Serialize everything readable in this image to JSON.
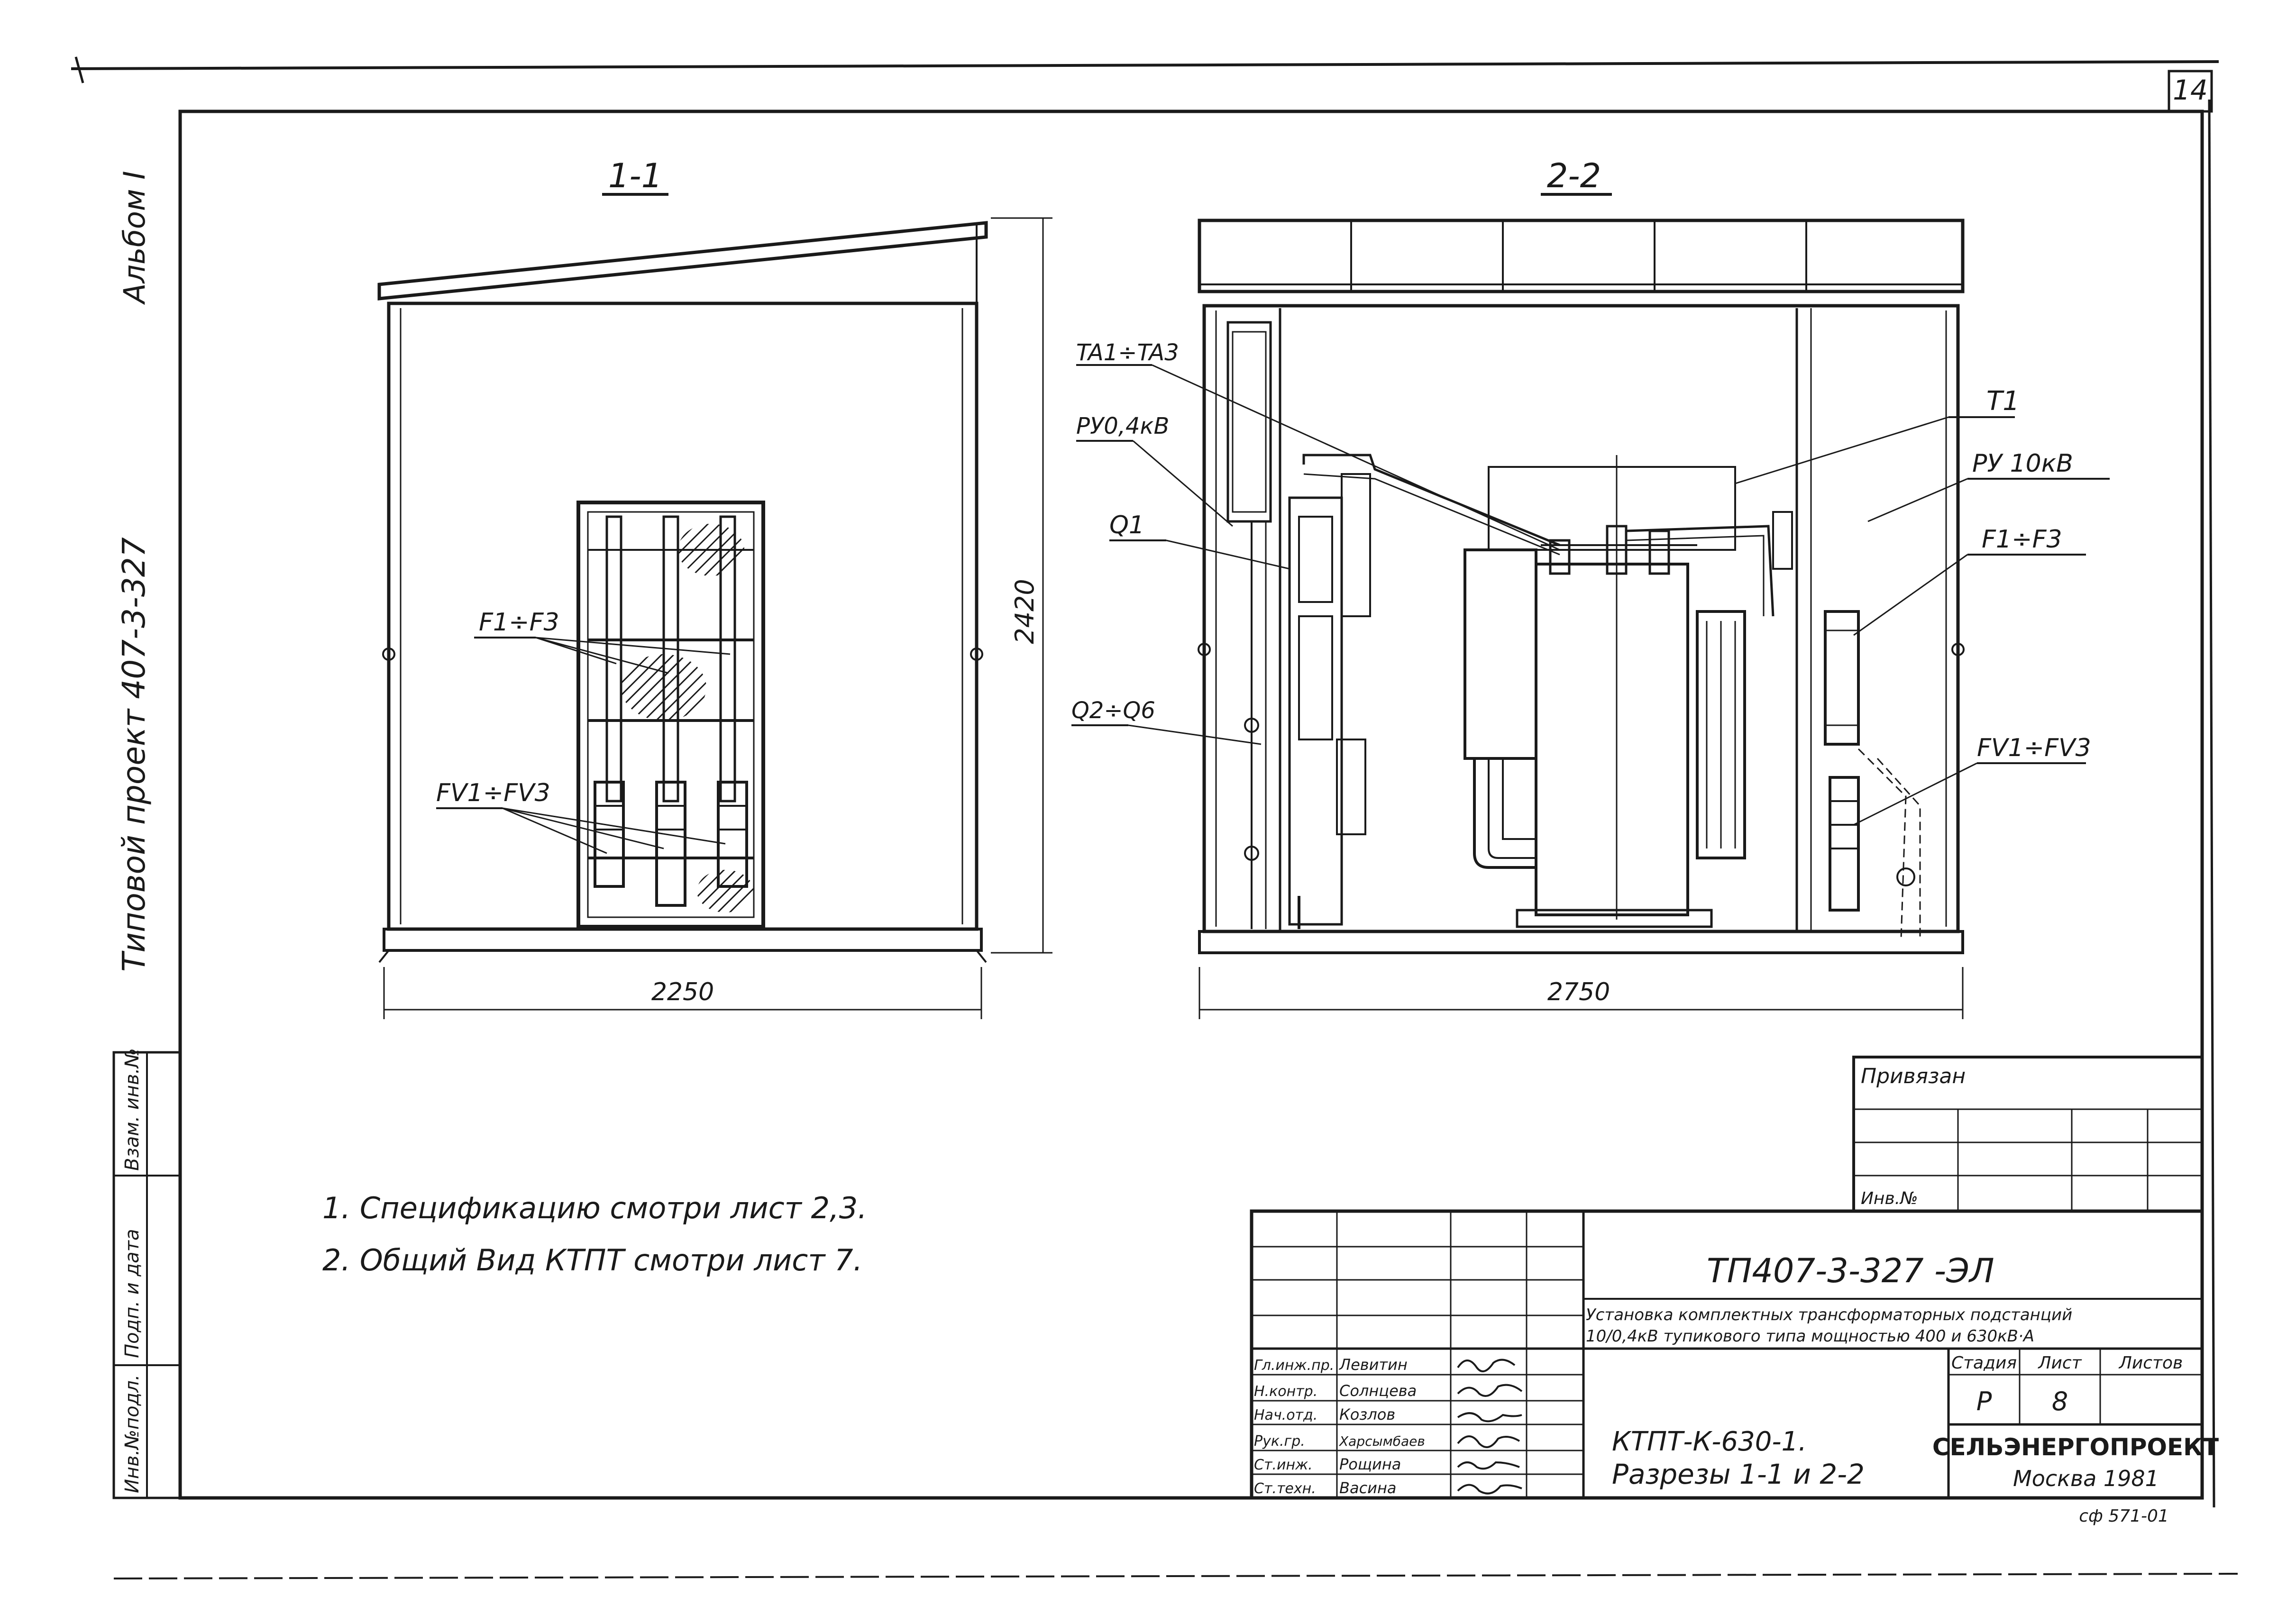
{
  "sheet": {
    "number": "14",
    "album": "Альбом I",
    "project": "Типовой проект 407-3-327"
  },
  "side_stamp": {
    "inv_orig": "Инв.№подл.",
    "sign_date": "Подп. и дата",
    "replace_inv": "Взам. инв.№"
  },
  "section_1": {
    "title": "1-1",
    "width_dim": "2250",
    "height_dim": "2420",
    "labels": [
      "F1÷F3",
      "FV1÷FV3"
    ]
  },
  "section_2": {
    "title": "2-2",
    "width_dim": "2750",
    "labels": [
      "TA1÷TA3",
      "РУ0,4кВ",
      "Q1",
      "Q2÷Q6",
      "T1",
      "РУ 10кВ",
      "F1÷F3",
      "FV1÷FV3"
    ]
  },
  "notes": [
    "1. Спецификацию смотри лист 2,3.",
    "2. Общий Вид КТПТ смотри лист 7."
  ],
  "binding_box": {
    "title": "Привязан",
    "inv": "Инв.№"
  },
  "title_block": {
    "code": "ТП407-3-327 -ЭЛ",
    "description_1": "Установка комплектных трансформаторных подстанций",
    "description_2": "10/0,4кВ тупикового типа мощностью 400 и 630кВ·А",
    "stage_label": "Стадия",
    "sheet_label": "Лист",
    "sheets_label": "Листов",
    "stage": "Р",
    "sheet": "8",
    "sheets": "",
    "drawing_title_1": "КТПТ-К-630-1.",
    "drawing_title_2": "Разрезы 1-1 и 2-2",
    "org": "СЕЛЬЭНЕРГОПРОЕКТ",
    "city_year": "Москва 1981",
    "copy_code": "сф 571-01",
    "roles": [
      "Гл.инж.пр.",
      "Н.контр.",
      "Нач.отд.",
      "Рук.гр.",
      "Ст.инж.",
      "Ст.техн."
    ],
    "names": [
      "Левитин",
      "Солнцева",
      "Козлов",
      "Харсымбаев",
      "Рощина",
      "Васина"
    ]
  }
}
